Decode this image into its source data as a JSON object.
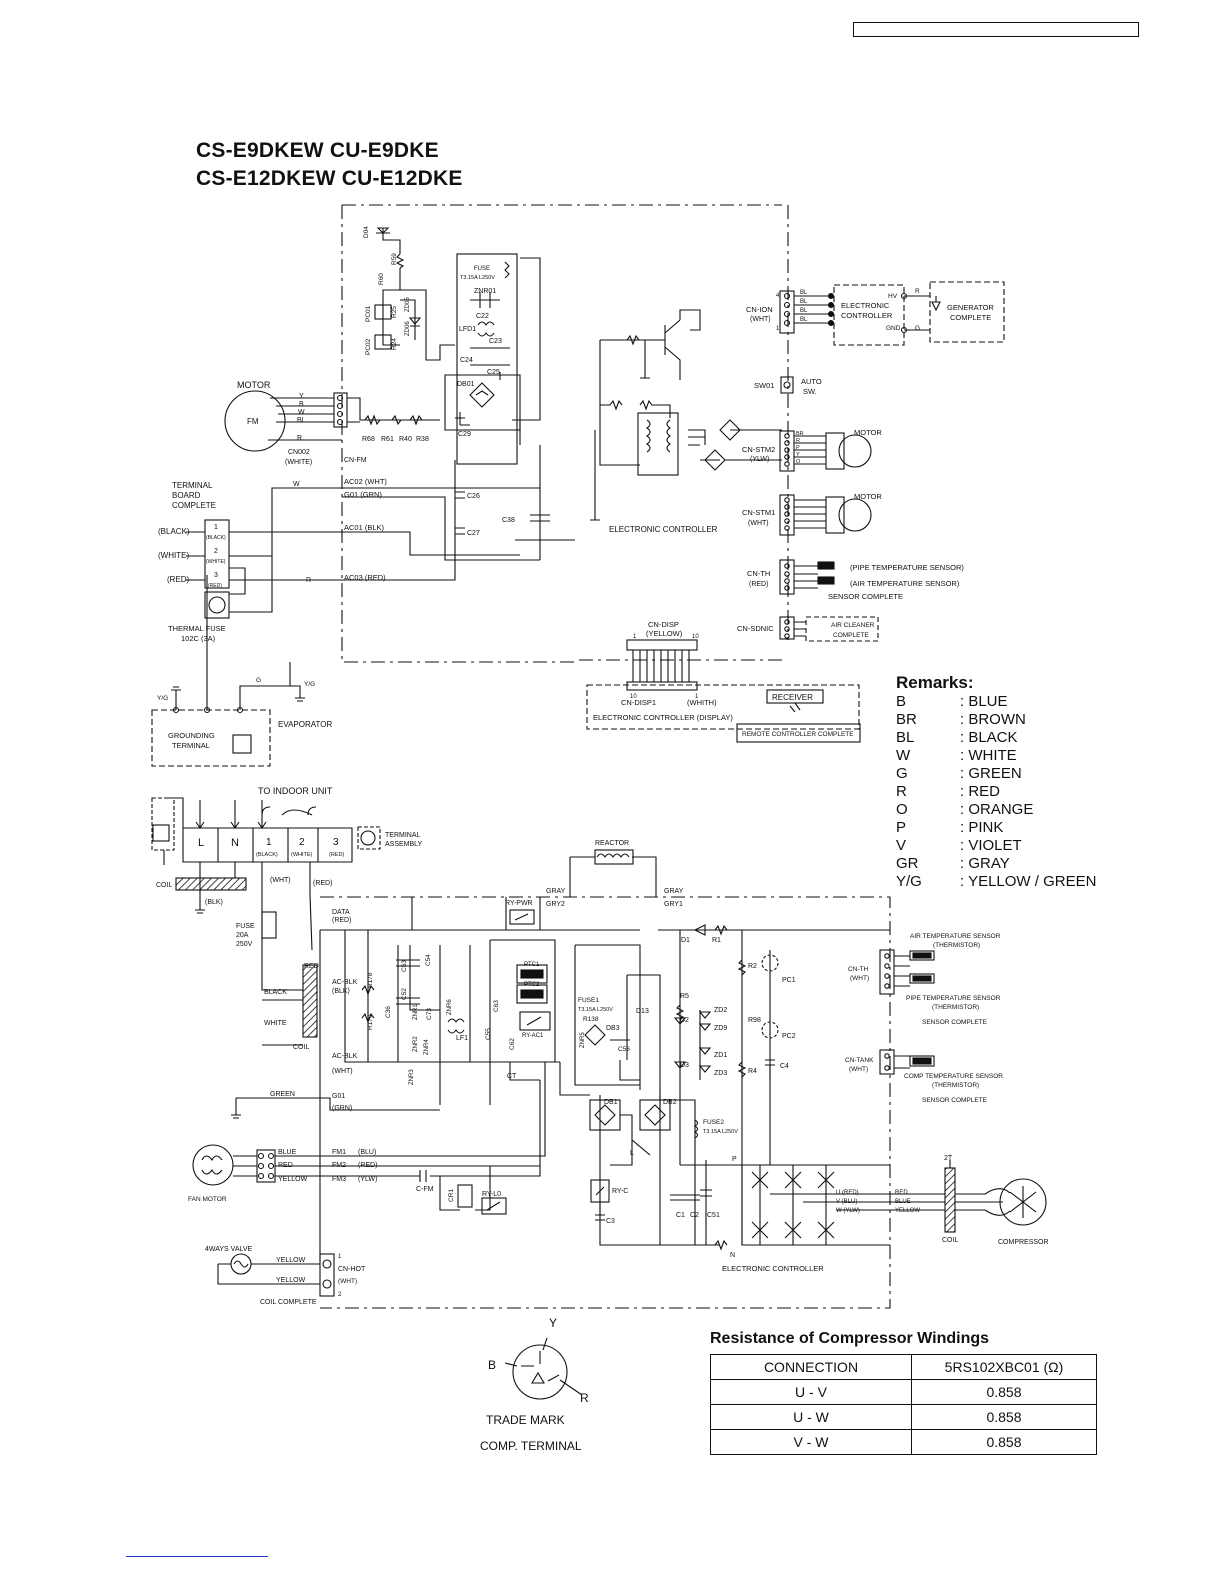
{
  "models": {
    "line1": "CS-E9DKEW  CU-E9DKE",
    "line2": "CS-E12DKEW  CU-E12DKE"
  },
  "indoor": {
    "motor_label": "MOTOR",
    "fm": "FM",
    "motor_wires": [
      "Y",
      "B",
      "W",
      "BL",
      "R"
    ],
    "cn002": "CN002",
    "cn002_color": "(WHITE)",
    "cn_fm": "CN-FM",
    "d04": "D04",
    "r59": "R59",
    "r60": "R60",
    "r25": "R25",
    "r24": "R24",
    "pc01": "PC01",
    "pc02": "PC02",
    "zd05": "ZD05",
    "zd06": "ZD06",
    "fuse_label": "FUSE",
    "fuse_rating": "T3.15A L250V",
    "znr01": "ZNR01",
    "c22": "C22",
    "lfd1": "LFD1",
    "c23": "C23",
    "c24": "C24",
    "c25": "C25",
    "db01": "DB01",
    "c29": "C29",
    "r68": "R68",
    "r61": "R61",
    "r40": "R40",
    "r38": "R38",
    "terminal_board_1": "TERMINAL",
    "terminal_board_2": "BOARD",
    "terminal_board_3": "COMPLETE",
    "tb_black": "(BLACK)",
    "tb_white": "(WHITE)",
    "tb_red": "(RED)",
    "tb_n1": "1",
    "tb_n2": "2",
    "tb_n3": "3",
    "tb_in_black": "(BLACK)",
    "tb_in_white": "(WHITE)",
    "tb_in_red": "(RED)",
    "thermal_fuse_1": "THERMAL FUSE",
    "thermal_fuse_2": "102C (3A)",
    "wire_w": "W",
    "wire_r": "R",
    "ac02": "AC02  (WHT)",
    "g01": "G01  (GRN)",
    "ac01": "AC01  (BLK)",
    "ac03": "AC03  (RED)",
    "c26": "C26",
    "c27": "C27",
    "c38": "C38",
    "electronic_controller": "ELECTRONIC CONTROLLER",
    "cn_ion": "CN-ION",
    "cn_ion_c": "(WHT)",
    "ion_bl": [
      "BL",
      "BL",
      "BL",
      "BL"
    ],
    "ion_pin_top": "4",
    "ion_pin_bot": "1",
    "ion_ctrl_1": "ELECTRONIC",
    "ion_ctrl_2": "CONTROLLER",
    "ion_hv": "HV",
    "ion_gnd": "GND",
    "ion_r": "R",
    "ion_g": "G",
    "generator_1": "GENERATOR",
    "generator_2": "COMPLETE",
    "sw01": "SW01",
    "auto_sw_1": "AUTO",
    "auto_sw_2": "SW.",
    "cn_stm2": "CN-STM2",
    "cn_stm2_c": "(YLW)",
    "stm_motor": "MOTOR",
    "cn_stm1": "CN-STM1",
    "cn_stm1_c": "(WHT)",
    "stm_motor2": "MOTOR",
    "stm_wires": [
      "BR",
      "R",
      "P",
      "Y",
      "O"
    ],
    "cn_th": "CN-TH",
    "cn_th_c": "(RED)",
    "pipe_sensor": "(PIPE TEMPERATURE SENSOR)",
    "air_sensor": "(AIR TEMPERATURE SENSOR)",
    "sensor_complete": "SENSOR COMPLETE",
    "cn_sdnic": "CN-SDNIC",
    "air_cleaner_1": "AIR CLEANER",
    "air_cleaner_2": "COMPLETE",
    "cn_disp": "CN-DISP",
    "cn_disp_c": "(YELLOW)",
    "disp_pin1": "1",
    "disp_pin10": "10",
    "cn_disp1": "CN-DISP1",
    "cn_disp1_c": "(WHITH)",
    "disp1_pin10": "10",
    "disp1_pin1": "1",
    "display_ctrl": "ELECTRONIC CONTROLLER (DISPLAY)",
    "receiver": "RECEIVER",
    "remote_complete": "REMOTE CONTROLLER COMPLETE",
    "yg": "Y/G",
    "g": "G",
    "yg2": "Y/G",
    "grounding_1": "GROUNDING",
    "grounding_2": "TERMINAL",
    "evaporator": "EVAPORATOR"
  },
  "outdoor": {
    "to_indoor": "TO INDOOR UNIT",
    "term_l": "L",
    "term_n": "N",
    "term_1": "1",
    "term_2": "2",
    "term_3": "3",
    "term_1c": "(BLACK)",
    "term_2c": "(WHITE)",
    "term_3c": "(RED)",
    "terminal_assembly_1": "TERMINAL",
    "terminal_assembly_2": "ASSEMBLY",
    "coil": "COIL",
    "blk": "(BLK)",
    "wht": "(WHT)",
    "red": "(RED)",
    "fuse_1": "FUSE",
    "fuse_2": "20A",
    "fuse_3": "250V",
    "reactor": "REACTOR",
    "gray1": "GRAY",
    "gray2": "GRAY",
    "gry2": "GRY2",
    "gry1": "GRY1",
    "ry_pwr": "RY-PWR",
    "data": "DATA",
    "data_c": "(RED)",
    "black": "BLACK",
    "white": "WHITE",
    "red_w": "RED",
    "coil2": "COIL",
    "ac_blk": "AC-BLK",
    "ac_blk_c": "(BLK)",
    "ac_blk2": "AC-BLK",
    "ac_wht": "(WHT)",
    "r178": "R178",
    "r170": "R170",
    "c36": "C36",
    "c53": "C53",
    "c54": "C54",
    "c52": "C52",
    "znr1": "ZNR1",
    "znr2": "ZNR2",
    "znr3": "ZNR3",
    "znr4": "ZNR4",
    "znr6": "ZNR6",
    "c73": "C73",
    "lf1": "LF1",
    "c63": "C63",
    "c55": "C55",
    "c62": "C62",
    "ct": "CT",
    "ptc1": "PTC1",
    "ptc2": "PTC2",
    "ry_ac1": "RY-AC1",
    "fuse1": "FUSE1",
    "fuse1_r": "T3.15A L250V",
    "r138": "R138",
    "znr5": "ZNR5",
    "db3": "DB3",
    "c56": "C56",
    "d13": "D13",
    "r5": "R5",
    "d2": "D2",
    "d3": "D3",
    "d1": "D1",
    "r1": "R1",
    "r2": "R2",
    "pc1": "PC1",
    "pc2": "PC2",
    "r98": "R98",
    "r4": "R4",
    "zd2": "ZD2",
    "zd9": "ZD9",
    "zd1": "ZD1",
    "zd3": "ZD3",
    "c4": "C4",
    "air_sensor_1": "AIR TEMPERATURE SENSOR",
    "air_sensor_2": "(THERMISTOR)",
    "cn_th": "CN-TH",
    "cn_th_c": "(WHT)",
    "pipe_sensor_1": "PIPE TEMPERATURE SENSOR",
    "pipe_sensor_2": "(THERMISTOR)",
    "sensor_complete": "SENSOR COMPLETE",
    "cn_tank": "CN-TANK",
    "cn_tank_c": "(WHT)",
    "comp_sensor_1": "COMP TEMPERATURE SENSOR",
    "comp_sensor_2": "(THERMISTOR)",
    "sensor_complete2": "SENSOR COMPLETE",
    "green": "GREEN",
    "g01": "G01",
    "g01_c": "(GRN)",
    "db1": "DB1",
    "db2": "DB2",
    "fuse2": "FUSE2",
    "fuse2_r": "T3.15A L250V",
    "blue": "BLUE",
    "red2": "RED",
    "yellow": "YELLOW",
    "fm1": "FM1",
    "fm2": "FM2",
    "fm3": "FM3",
    "fm1_c": "(BLU)",
    "fm2_c": "(RED)",
    "fm3_c": "(YLW)",
    "c_fm": "C-FM",
    "fan_motor": "FAN MOTOR",
    "cr1": "CR1",
    "ry_l0": "RY-L0",
    "ry_c": "RY-C",
    "c3": "C3",
    "l": "L",
    "p": "P",
    "n": "N",
    "c1": "C1",
    "c2": "C2",
    "c51": "C51",
    "u_red": "U (RED)",
    "v_blu": "V (BLU)",
    "w_ylw": "W (YLW)",
    "red3": "RED",
    "blue3": "BLUE",
    "yellow3": "YELLOW",
    "t2": "2T",
    "coil3": "COIL",
    "compressor": "COMPRESSOR",
    "four_way": "4WAYS VALVE",
    "yellow_a": "YELLOW",
    "yellow_b": "YELLOW",
    "cn_hot": "CN-HOT",
    "cn_hot_c": "(WHT)",
    "hot_pin1": "1",
    "hot_pin2": "2",
    "coil_complete": "COIL COMPLETE",
    "electronic_controller": "ELECTRONIC CONTROLLER"
  },
  "trade_mark": {
    "y": "Y",
    "b": "B",
    "r": "R",
    "line1": "TRADE MARK",
    "line2": "COMP. TERMINAL"
  },
  "remarks": {
    "title": "Remarks:",
    "items": [
      {
        "code": "B",
        "desc": ": BLUE"
      },
      {
        "code": "BR",
        "desc": ": BROWN"
      },
      {
        "code": "BL",
        "desc": ": BLACK"
      },
      {
        "code": "W",
        "desc": ": WHITE"
      },
      {
        "code": "G",
        "desc": ": GREEN"
      },
      {
        "code": "R",
        "desc": ": RED"
      },
      {
        "code": "O",
        "desc": ": ORANGE"
      },
      {
        "code": "P",
        "desc": ": PINK"
      },
      {
        "code": "V",
        "desc": ": VIOLET"
      },
      {
        "code": "GR",
        "desc": ": GRAY"
      },
      {
        "code": "Y/G",
        "desc": ": YELLOW / GREEN"
      }
    ]
  },
  "resistance": {
    "title": "Resistance of Compressor Windings",
    "header": [
      "CONNECTION",
      "5RS102XBC01 (Ω)"
    ],
    "rows": [
      [
        "U - V",
        "0.858"
      ],
      [
        "U - W",
        "0.858"
      ],
      [
        "V - W",
        "0.858"
      ]
    ]
  }
}
